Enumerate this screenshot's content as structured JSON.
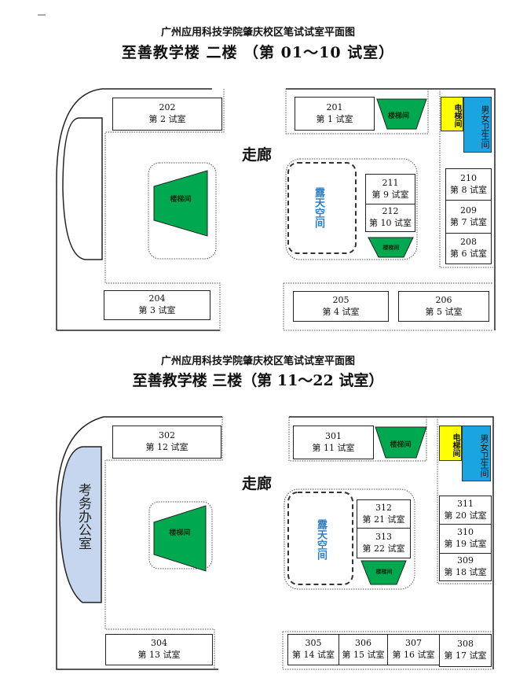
{
  "header_mark": "—",
  "floor2": {
    "title": "广州应用科技学院肇庆校区笔试试室平面图",
    "subtitle": "至善教学楼  二楼   （第 01～10 试室）",
    "corridor": "走廊",
    "open_space": "露天空间",
    "stairwell": "楼梯间",
    "elevator": "电梯间",
    "restroom": "男女卫生间",
    "rooms": [
      {
        "number": "202",
        "label": "第 2 试室"
      },
      {
        "number": "204",
        "label": "第 3 试室"
      },
      {
        "number": "201",
        "label": "第 1 试室"
      },
      {
        "number": "211",
        "label": "第 9 试室"
      },
      {
        "number": "212",
        "label": "第 10 试室"
      },
      {
        "number": "210",
        "label": "第 8 试室"
      },
      {
        "number": "209",
        "label": "第 7 试室"
      },
      {
        "number": "208",
        "label": "第 6 试室"
      },
      {
        "number": "205",
        "label": "第 4 试室"
      },
      {
        "number": "206",
        "label": "第 5 试室"
      }
    ]
  },
  "floor3": {
    "title": "广州应用科技学院肇庆校区笔试试室平面图",
    "subtitle": "至善教学楼  三楼（第 11～22 试室）",
    "corridor": "走廊",
    "open_space": "露天空间",
    "stairwell": "楼梯间",
    "elevator": "电梯间",
    "restroom": "男女卫生间",
    "office": "考务办公室",
    "rooms": [
      {
        "number": "302",
        "label": "第 12 试室"
      },
      {
        "number": "304",
        "label": "第 13 试室"
      },
      {
        "number": "301",
        "label": "第 11 试室"
      },
      {
        "number": "312",
        "label": "第 21 试室"
      },
      {
        "number": "313",
        "label": "第 22 试室"
      },
      {
        "number": "311",
        "label": "第 20 试室"
      },
      {
        "number": "310",
        "label": "第 19 试室"
      },
      {
        "number": "309",
        "label": "第 18 试室"
      },
      {
        "number": "305",
        "label": "第 14 试室"
      },
      {
        "number": "306",
        "label": "第 15 试室"
      },
      {
        "number": "307",
        "label": "第 16 试室"
      },
      {
        "number": "308",
        "label": "第 17 试室"
      }
    ]
  },
  "colors": {
    "stair_green": "#00a94f",
    "elevator_yellow": "#ffff00",
    "restroom_blue": "#1aa5e0",
    "office_blue": "#c5d6ee",
    "open_space_text": "#2f7fc4"
  }
}
